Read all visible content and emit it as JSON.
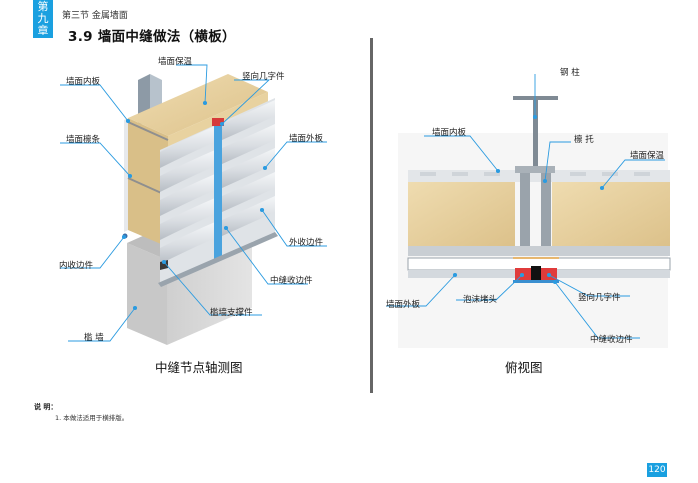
{
  "header": {
    "chapter_tab": [
      "第",
      "九",
      "章"
    ],
    "section": "第三节  金属墙面",
    "title": "3.9  墙面中缝做法（横板）"
  },
  "left_figure": {
    "caption": "中缝节点轴测图",
    "labels": {
      "insulation": "墙面保温",
      "inner_panel": "墙面内板",
      "vertical_channel": "竖向几字件",
      "purlin": "墙面檩条",
      "outer_panel": "墙面外板",
      "outer_trim": "外收边件",
      "inner_trim": "内收边件",
      "middle_trim": "中缝收边件",
      "parapet": "槛 墙",
      "parapet_support": "槛墙支撑件"
    }
  },
  "right_figure": {
    "caption": "俯视图",
    "labels": {
      "steel_column": "钢 柱",
      "purlin_bracket": "檩 托",
      "inner_panel": "墙面内板",
      "insulation": "墙面保温",
      "outer_panel": "墙面外板",
      "foam_plug": "泡沫堵头",
      "vertical_channel": "竖向几字件",
      "middle_trim": "中缝收边件"
    }
  },
  "notes": {
    "heading": "说 明：",
    "items": [
      "1. 本做法适用于横排版。"
    ]
  },
  "page_number": "120",
  "colors": {
    "accent": "#1aa0e0",
    "insulation": "#e6cf9e",
    "panel": "#e2e5e8",
    "concrete": "#d6d6d6"
  }
}
